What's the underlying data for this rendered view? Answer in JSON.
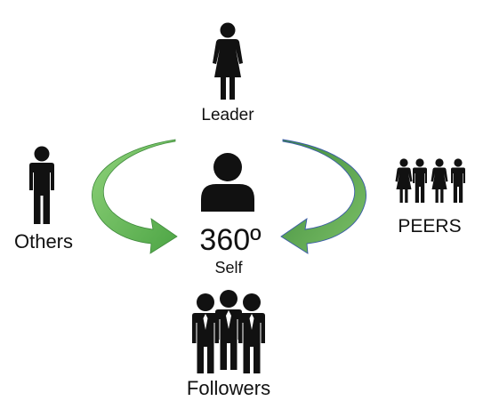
{
  "diagram": {
    "center_value": "360º",
    "center_label": "Self",
    "nodes": {
      "leader": "Leader",
      "others": "Others",
      "peers": "PEERS",
      "followers": "Followers"
    },
    "colors": {
      "arrow_left_light": "#8fd27a",
      "arrow_left_dark": "#4da545",
      "arrow_right_light": "#7dc168",
      "arrow_right_dark": "#3f8a3c",
      "arrow_right_edge": "#3b5ca6",
      "figure": "#111111"
    },
    "icons": {
      "leader": "female-person-icon",
      "others": "male-person-icon",
      "self": "user-avatar-icon",
      "peers": "group-of-four-people-icon",
      "followers": "group-of-three-people-icon"
    }
  }
}
